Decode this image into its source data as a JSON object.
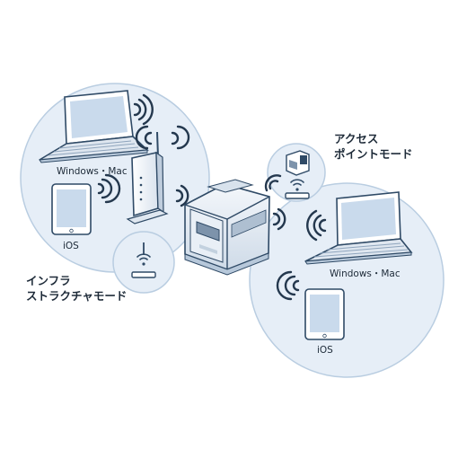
{
  "colors": {
    "circle_fill": "#e6eef7",
    "circle_stroke": "#b9cde1",
    "device_stroke": "#2f4a66",
    "device_fill": "#ffffff",
    "screen_fill": "#c9daec",
    "keyboard_fill": "#dfe7f0",
    "wave": "#24384e"
  },
  "infrastructure_group": {
    "laptop_label": "Windows・Mac",
    "tablet_label": "iOS",
    "mode_label_line1": "インフラ",
    "mode_label_line2": "ストラクチャモード"
  },
  "access_point_group": {
    "laptop_label": "Windows・Mac",
    "tablet_label": "iOS",
    "mode_label_line1": "アクセス",
    "mode_label_line2": "ポイントモード"
  },
  "icons": [
    "laptop-icon",
    "tablet-icon",
    "wireless-router-icon",
    "wifi-waves-icon",
    "label-printer-icon",
    "wifi-access-point-icon",
    "printer-wifi-icon"
  ]
}
